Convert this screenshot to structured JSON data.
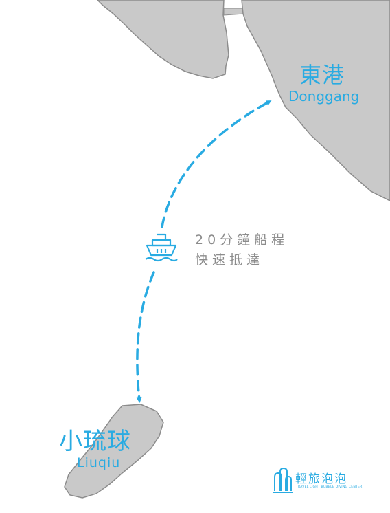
{
  "places": {
    "donggang": {
      "name_zh": "東港",
      "name_en": "Donggang"
    },
    "liuqiu": {
      "name_zh": "小琉球",
      "name_en": "Liuqiu"
    }
  },
  "ferry": {
    "line1": "20分鐘船程",
    "line2": "快速抵達",
    "icon": "ferry-icon"
  },
  "brand": {
    "name": "輕旅泡泡",
    "tagline": "TRAVEL LIGHT BUBBLE DIVING CENTER",
    "icon": "bubble-logo-icon"
  },
  "colors": {
    "accent": "#29abe2",
    "land": "#c9c9c9",
    "coast": "#8c8c8c",
    "text": "#8c8c8c"
  }
}
